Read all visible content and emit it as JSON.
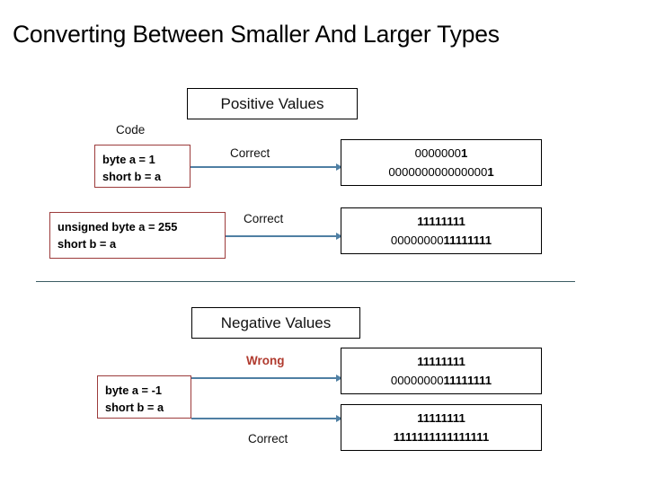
{
  "slide": {
    "title": "Converting Between Smaller And Larger Types",
    "divider_color": "#3C5C63",
    "arrow_color": "#4F7FA3",
    "code_box_border_color": "#9C3B3B",
    "wrong_label_color": "#B03A2E"
  },
  "sections": {
    "positive": {
      "header": "Positive Values",
      "code_caption": "Code",
      "rows": [
        {
          "code_line_1": "byte a = 1",
          "code_line_2": "short b = a",
          "verdict": "Correct",
          "verdict_kind": "correct",
          "bits_top_plain": "0000000",
          "bits_top_strong": "1",
          "bits_bottom_plain": "000000000000000",
          "bits_bottom_strong": "1"
        },
        {
          "code_line_1": "unsigned byte a = 255",
          "code_line_2": "short b = a",
          "verdict": "Correct",
          "verdict_kind": "correct",
          "bits_top_plain": "",
          "bits_top_strong": "11111111",
          "bits_bottom_plain": "00000000",
          "bits_bottom_strong": "11111111"
        }
      ]
    },
    "negative": {
      "header": "Negative Values",
      "rows": [
        {
          "code_line_1": "byte a = -1",
          "code_line_2": "short b = a",
          "verdict": "Wrong",
          "verdict_kind": "wrong",
          "bits_top_plain": "",
          "bits_top_strong": "11111111",
          "bits_bottom_plain": "00000000",
          "bits_bottom_strong": "11111111"
        },
        {
          "verdict": "Correct",
          "verdict_kind": "correct",
          "bits_top_plain": "",
          "bits_top_strong": "11111111",
          "bits_bottom_plain": "",
          "bits_bottom_strong": "1111111111111111"
        }
      ]
    }
  }
}
